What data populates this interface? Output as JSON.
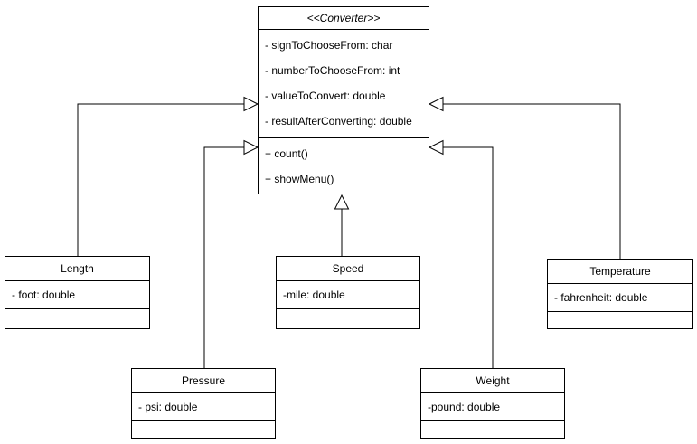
{
  "diagram": {
    "type": "uml-class-diagram",
    "classes": {
      "converter": {
        "title": "<<Converter>>",
        "attributes": [
          "- signToChooseFrom: char",
          "- numberToChooseFrom: int",
          "- valueToConvert: double",
          "- resultAfterConverting: double"
        ],
        "methods": [
          "+ count()",
          "+ showMenu()"
        ]
      },
      "length": {
        "title": "Length",
        "attributes": [
          "- foot: double"
        ],
        "methods": []
      },
      "speed": {
        "title": "Speed",
        "attributes": [
          "-mile: double"
        ],
        "methods": []
      },
      "temperature": {
        "title": "Temperature",
        "attributes": [
          "- fahrenheit: double"
        ],
        "methods": []
      },
      "pressure": {
        "title": "Pressure",
        "attributes": [
          "- psi: double"
        ],
        "methods": []
      },
      "weight": {
        "title": "Weight",
        "attributes": [
          "-pound: double"
        ],
        "methods": []
      }
    },
    "relationships": [
      {
        "from": "Length",
        "to": "Converter",
        "type": "generalization"
      },
      {
        "from": "Pressure",
        "to": "Converter",
        "type": "generalization"
      },
      {
        "from": "Speed",
        "to": "Converter",
        "type": "generalization"
      },
      {
        "from": "Weight",
        "to": "Converter",
        "type": "generalization"
      },
      {
        "from": "Temperature",
        "to": "Converter",
        "type": "generalization"
      }
    ],
    "colors": {
      "line": "#000000",
      "box_fill": "#ffffff",
      "background": "#ffffff",
      "text": "#000000"
    }
  }
}
